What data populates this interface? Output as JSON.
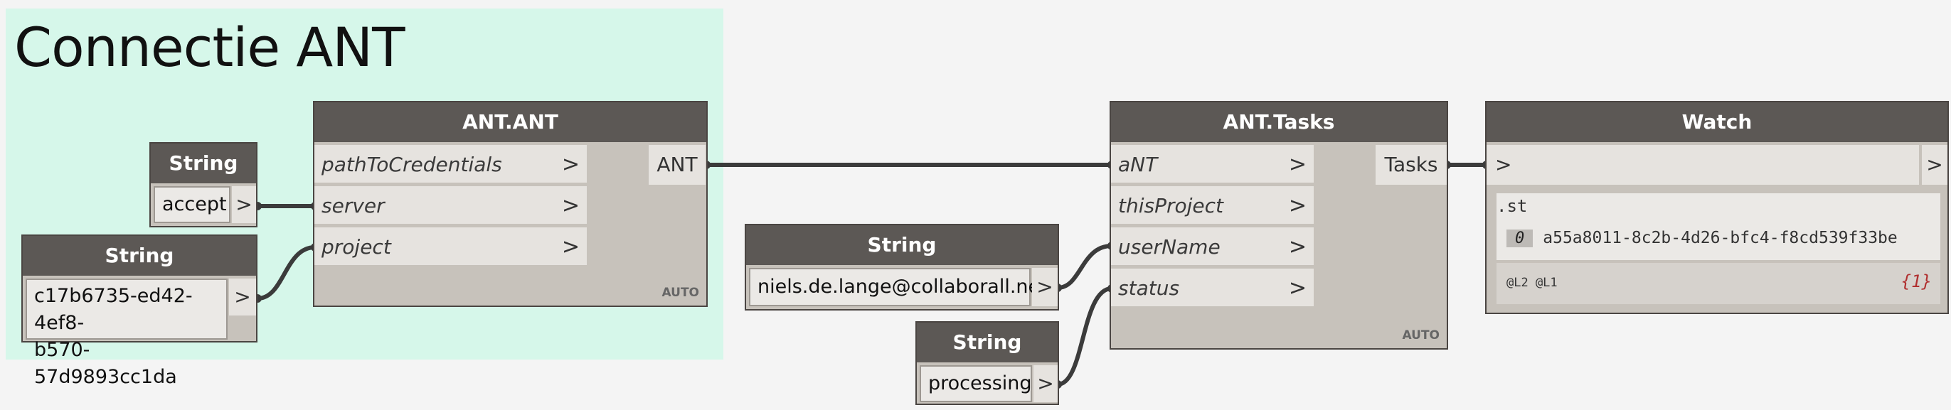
{
  "group": {
    "title": "Connectie ANT"
  },
  "nodes": {
    "string_accept": {
      "title": "String",
      "value": "accept",
      "out": ">"
    },
    "string_project": {
      "title": "String",
      "value": "c17b6735-ed42-4ef8-b570-57d9893cc1da",
      "value_line1": "c17b6735-ed42-4ef8-",
      "value_line2": "b570-57d9893cc1da",
      "out": ">"
    },
    "ant_ant": {
      "title": "ANT.ANT",
      "inputs": [
        "pathToCredentials",
        "server",
        "project"
      ],
      "output": "ANT",
      "lacing": "AUTO"
    },
    "string_user": {
      "title": "String",
      "value": "niels.de.lange@collaborall.net",
      "out": ">"
    },
    "string_status": {
      "title": "String",
      "value": "processing",
      "out": ">"
    },
    "ant_tasks": {
      "title": "ANT.Tasks",
      "inputs": [
        "aNT",
        "thisProject",
        "userName",
        "status"
      ],
      "output": "Tasks",
      "lacing": "AUTO"
    },
    "watch": {
      "title": "Watch",
      "in": ">",
      "out": ">",
      "list_label": ".st",
      "item_index": "0",
      "item_value": "a55a8011-8c2b-4d26-bfc4-f8cd539f33be",
      "levels": "@L2 @L1",
      "count": "{1}"
    }
  },
  "chev": ">"
}
